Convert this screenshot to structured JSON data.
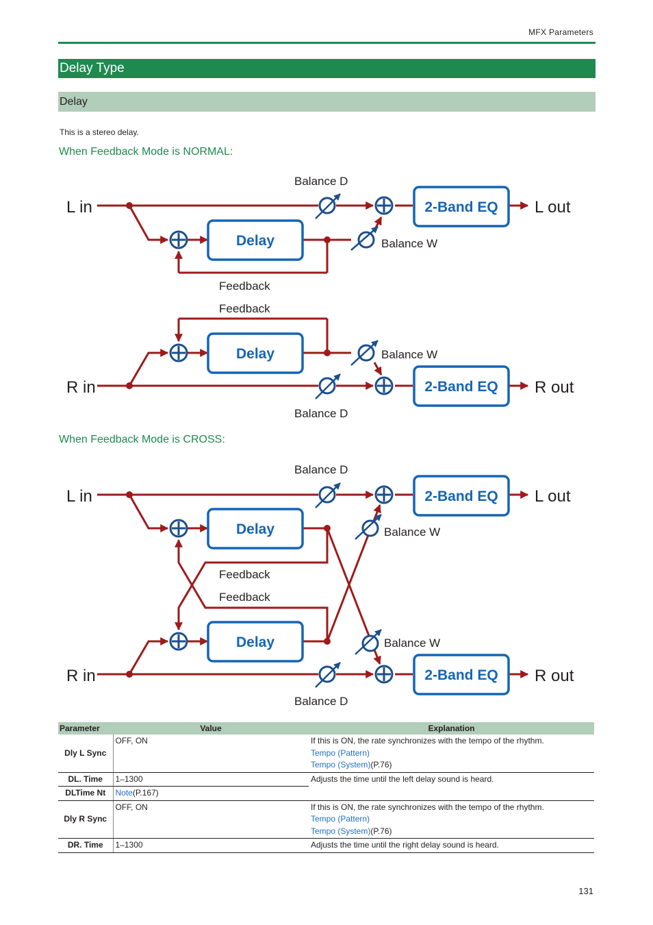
{
  "header": {
    "running_head": "MFX Parameters"
  },
  "section": {
    "title": "Delay Type",
    "subtitle": "Delay",
    "intro": "This is a stereo delay."
  },
  "normal": {
    "heading": "When Feedback Mode is NORMAL:",
    "labels": {
      "l_in": "L in",
      "r_in": "R in",
      "l_out": "L out",
      "r_out": "R out",
      "delay": "Delay",
      "eq": "2-Band EQ",
      "balance_d": "Balance D",
      "balance_w": "Balance W",
      "feedback": "Feedback"
    }
  },
  "cross": {
    "heading": "When Feedback Mode is CROSS:",
    "labels": {
      "l_in": "L in",
      "r_in": "R in",
      "l_out": "L out",
      "r_out": "R out",
      "delay": "Delay",
      "eq": "2-Band EQ",
      "balance_d": "Balance D",
      "balance_w": "Balance W",
      "feedback": "Feedback"
    }
  },
  "table": {
    "headers": {
      "parameter": "Parameter",
      "value": "Value",
      "explanation": "Explanation"
    },
    "dly_l_sync": {
      "name": "Dly L Sync",
      "value": "OFF, ON",
      "explanation": "If this is ON, the rate synchronizes with the tempo of the rhythm.",
      "link1": "Tempo (Pattern)",
      "link2": "Tempo (System)",
      "link2_suffix": "(P.76)"
    },
    "dl_time": {
      "name": "DL. Time",
      "value": "1–1300",
      "explanation": "Adjusts the time until the left delay sound is heard."
    },
    "dltime_nt": {
      "name": "DLTime Nt",
      "value_link": "Note",
      "value_suffix": "(P.167)"
    },
    "dly_r_sync": {
      "name": "Dly R Sync",
      "value": "OFF, ON",
      "explanation": "If this is ON, the rate synchronizes with the tempo of the rhythm.",
      "link1": "Tempo (Pattern)",
      "link2": "Tempo (System)",
      "link2_suffix": "(P.76)"
    },
    "dr_time": {
      "name": "DR. Time",
      "value": "1–1300",
      "explanation": "Adjusts the time until the right delay sound is heard."
    }
  },
  "footer": {
    "page_number": "131"
  },
  "colors": {
    "brand_green": "#1e8a50",
    "light_green": "#b2cdb9",
    "signal": "#9e1b1b",
    "box_blue": "#1565b5",
    "link": "#1f6fc1"
  }
}
